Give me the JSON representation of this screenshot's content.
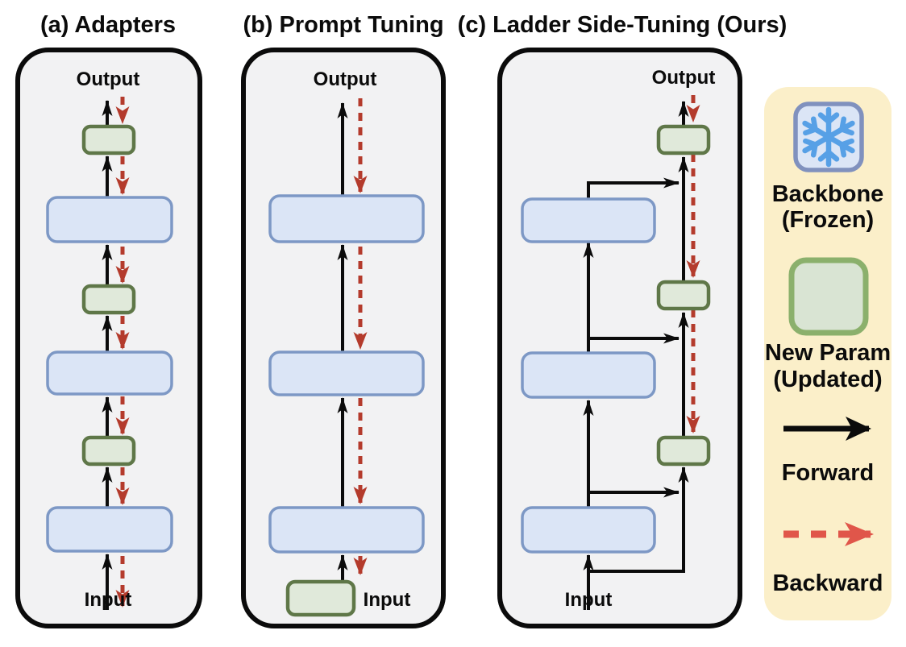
{
  "titles": {
    "panel_a": "(a) Adapters",
    "panel_b": "(b) Prompt Tuning",
    "panel_c": "(c) Ladder Side-Tuning (Ours)"
  },
  "panel_a": {
    "output_label": "Output",
    "input_label": "Input"
  },
  "panel_b": {
    "output_label": "Output",
    "input_label": "Input"
  },
  "panel_c": {
    "output_label": "Output",
    "input_label": "Input"
  },
  "legend": {
    "backbone_label": "Backbone",
    "backbone_sublabel": "(Frozen)",
    "frozen_icon": "snowflake-icon",
    "new_param_label": "New Param",
    "new_param_sublabel": "(Updated)",
    "forward_label": "Forward",
    "backward_label": "Backward"
  },
  "colors": {
    "backbone_block_fill": "#dbe5f6",
    "backbone_block_border": "#7d98c5",
    "new_param_block_fill": "#e0e9da",
    "new_param_block_border": "#5f7748",
    "forward_arrow": "#0b0b0b",
    "backward_arrow": "#b43b2c",
    "legend_backward_arrow": "#e0564a",
    "legend_background": "#fbefc9",
    "panel_background": "#f2f2f3",
    "snowflake_blue": "#57a0e6"
  }
}
